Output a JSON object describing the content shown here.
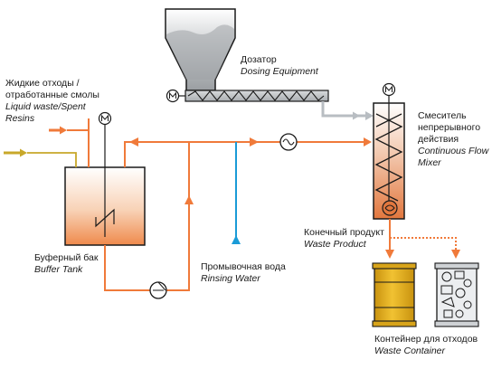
{
  "labels": {
    "liquid_waste": {
      "ru_line1": "Жидкие отходы /",
      "ru_line2": "отработанные смолы",
      "en_line1": "Liquid waste/Spent",
      "en_line2": "Resins"
    },
    "dosing": {
      "ru": "Дозатор",
      "en": "Dosing Equipment"
    },
    "mixer": {
      "ru_line1": "Смеситель",
      "ru_line2": "непрерывного",
      "ru_line3": "действия",
      "en_line1": "Continuous Flow",
      "en_line2": "Mixer"
    },
    "buffer_tank": {
      "ru": "Буферный бак",
      "en": "Buffer Tank"
    },
    "rinsing_water": {
      "ru": "Промывочная вода",
      "en": "Rinsing Water"
    },
    "waste_product": {
      "ru": "Конечный продукт",
      "en": "Waste Product"
    },
    "waste_container": {
      "ru": "Контейнер  для отходов",
      "en": "Waste Container"
    }
  },
  "colors": {
    "waste_line": "#f07a3a",
    "water_line": "#1a9bd7",
    "solids_line": "#b8bdc2",
    "additive_line": "#c8a82a",
    "container_yellow": "#e6b21d",
    "outline": "#1a1a1a"
  },
  "icons": {
    "motor": "motor-icon",
    "pump": "pump-icon",
    "screw": "screw-conveyor-icon",
    "arrow": "flow-arrow-icon"
  }
}
